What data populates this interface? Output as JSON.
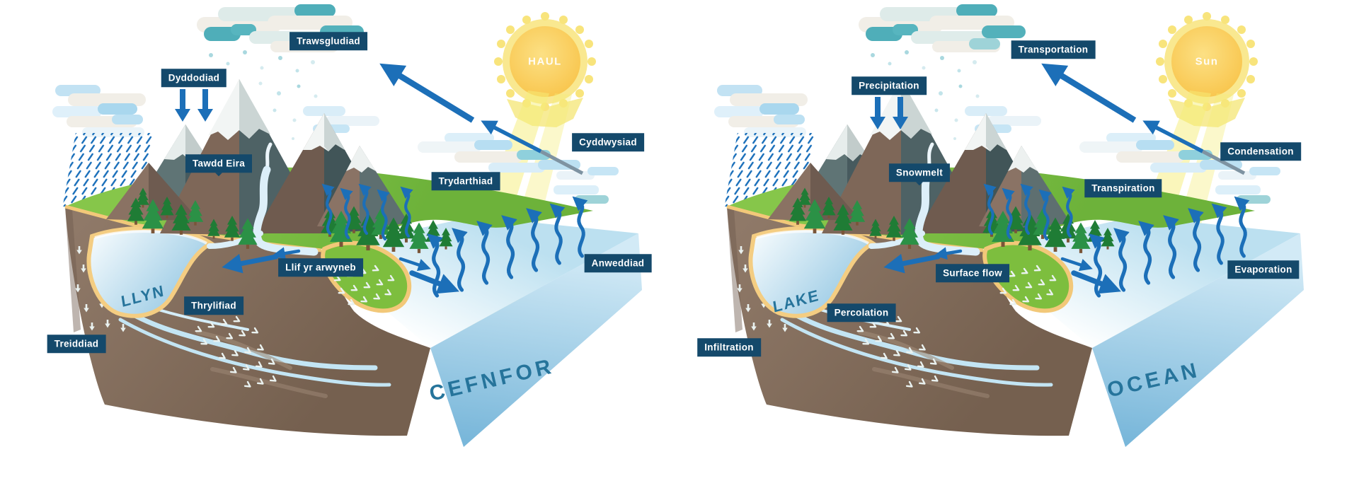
{
  "palette": {
    "label_background": "#14496B",
    "label_text": "#FFFFFF",
    "arrow_blue": "#1C6FB8",
    "rain_blue": "#1A6FBA",
    "sun_yellow": "#FBCF54",
    "sun_ray_yellow": "#F8E47C",
    "grass_green": "#7DBE3E",
    "ocean_blue": "#9CCDE8",
    "soil_brown": "#836D5C",
    "sand_tan": "#F2C879",
    "water_text_blue": "#26749B",
    "cloud_teal": "#4FAEB9"
  },
  "diagrams": [
    {
      "id": "welsh",
      "sun": "HAUL",
      "lake": "LLYN",
      "ocean": "CEFNFOR",
      "labels": {
        "transportation": "Trawsgludiad",
        "precipitation": "Dyddodiad",
        "snowmelt": "Tawdd Eira",
        "condensation": "Cyddwysiad",
        "transpiration": "Trydarthiad",
        "evaporation": "Anweddiad",
        "surface_flow": "Llif yr arwyneb",
        "percolation": "Thrylifiad",
        "infiltration": "Treiddiad"
      }
    },
    {
      "id": "english",
      "sun": "Sun",
      "lake": "LAKE",
      "ocean": "OCEAN",
      "labels": {
        "transportation": "Transportation",
        "precipitation": "Precipitation",
        "snowmelt": "Snowmelt",
        "condensation": "Condensation",
        "transpiration": "Transpiration",
        "evaporation": "Evaporation",
        "surface_flow": "Surface flow",
        "percolation": "Percolation",
        "infiltration": "Infiltration"
      }
    }
  ]
}
